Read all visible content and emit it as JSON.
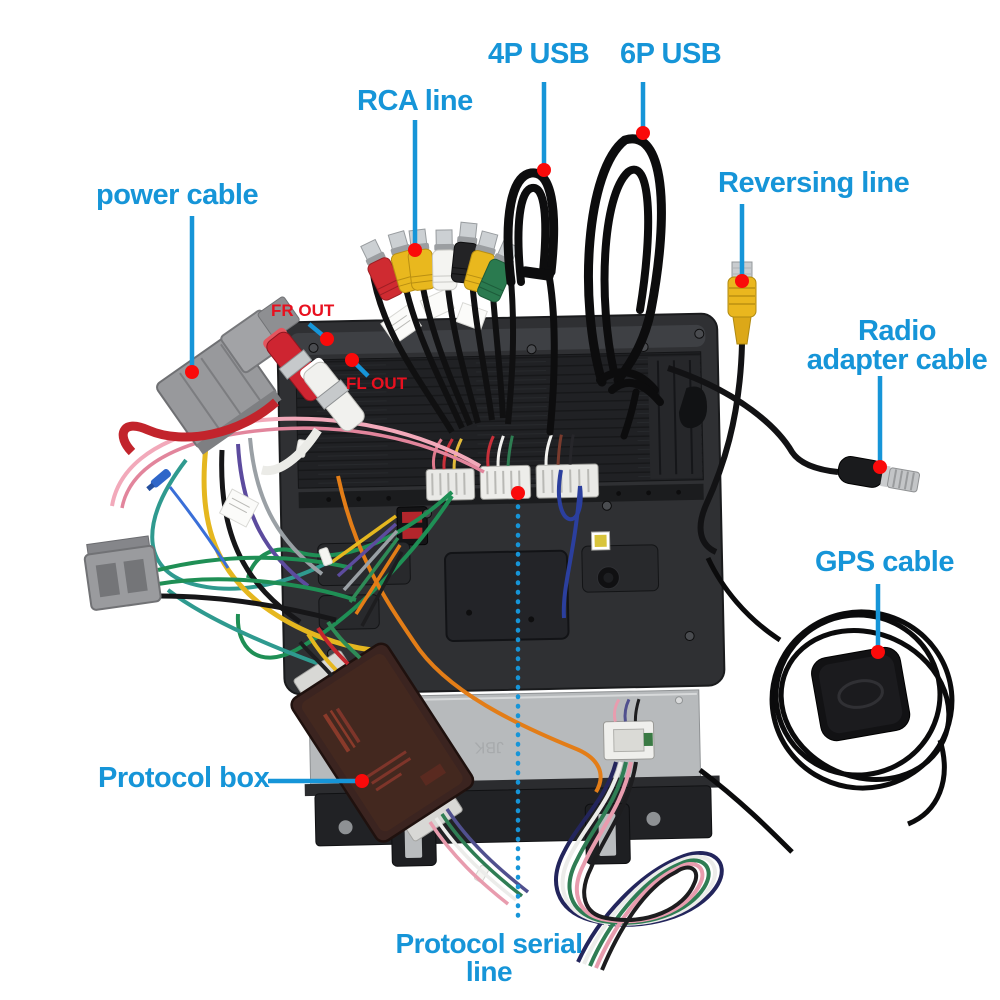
{
  "colors": {
    "label_blue": "#1695d8",
    "label_red": "#e8101f",
    "dot_red": "#fa0a0a",
    "bg": "#ffffff"
  },
  "labels": {
    "power_cable": "power cable",
    "rca_line": "RCA line",
    "usb_4p": "4P USB",
    "usb_6p": "6P USB",
    "reversing_line": "Reversing line",
    "radio_adapter_line1": "Radio",
    "radio_adapter_line2": "adapter cable",
    "gps_cable": "GPS cable",
    "protocol_box": "Protocol box",
    "protocol_serial_line1": "Protocol serial",
    "protocol_serial_line2": "line",
    "fr_out": "FR OUT",
    "fl_out": "FL OUT"
  }
}
